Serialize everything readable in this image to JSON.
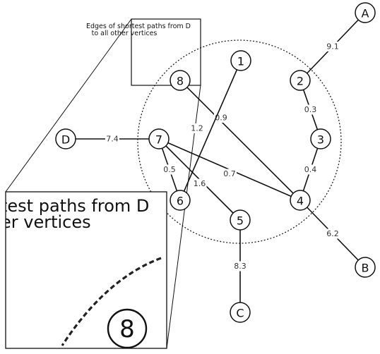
{
  "caption": {
    "line1": "Edges of shortest paths from D",
    "line2": "to all other vertices"
  },
  "zoom_text": {
    "line1": "test paths from D",
    "line2": "er vertices"
  },
  "nodes": [
    {
      "id": "1",
      "label": "1"
    },
    {
      "id": "2",
      "label": "2"
    },
    {
      "id": "3",
      "label": "3"
    },
    {
      "id": "4",
      "label": "4"
    },
    {
      "id": "5",
      "label": "5"
    },
    {
      "id": "6",
      "label": "6"
    },
    {
      "id": "7",
      "label": "7"
    },
    {
      "id": "8",
      "label": "8"
    },
    {
      "id": "A",
      "label": "A"
    },
    {
      "id": "B",
      "label": "B"
    },
    {
      "id": "C",
      "label": "C"
    },
    {
      "id": "D",
      "label": "D"
    }
  ],
  "edges": [
    {
      "from": "A",
      "to": "2",
      "weight": "9.1"
    },
    {
      "from": "2",
      "to": "3",
      "weight": "0.3"
    },
    {
      "from": "3",
      "to": "4",
      "weight": "0.4"
    },
    {
      "from": "8",
      "to": "4",
      "weight": "0.9"
    },
    {
      "from": "1",
      "to": "6",
      "weight": "1.2"
    },
    {
      "from": "D",
      "to": "7",
      "weight": "7.4"
    },
    {
      "from": "7",
      "to": "4",
      "weight": "0.7"
    },
    {
      "from": "7",
      "to": "6",
      "weight": "0.5"
    },
    {
      "from": "7",
      "to": "5",
      "weight": "1.6"
    },
    {
      "from": "4",
      "to": "B",
      "weight": "6.2"
    },
    {
      "from": "5",
      "to": "C",
      "weight": "8.3"
    }
  ],
  "zoom_node_label": "8"
}
